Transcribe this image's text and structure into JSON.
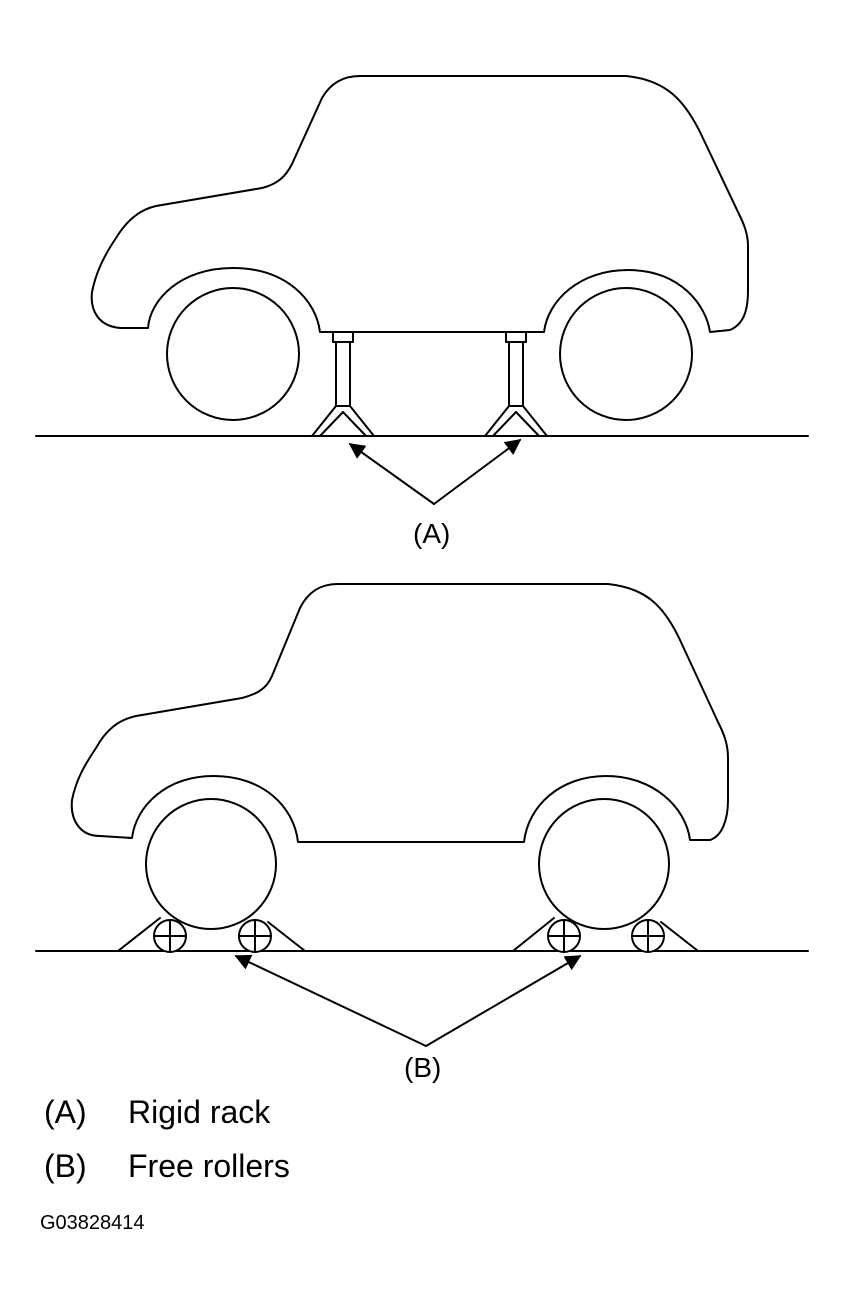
{
  "callouts": {
    "top": "(A)",
    "bottom": "(B)"
  },
  "legend": [
    {
      "key": "(A)",
      "text": "Rigid rack"
    },
    {
      "key": "(B)",
      "text": "Free rollers"
    }
  ],
  "figure_id": "G03828414"
}
